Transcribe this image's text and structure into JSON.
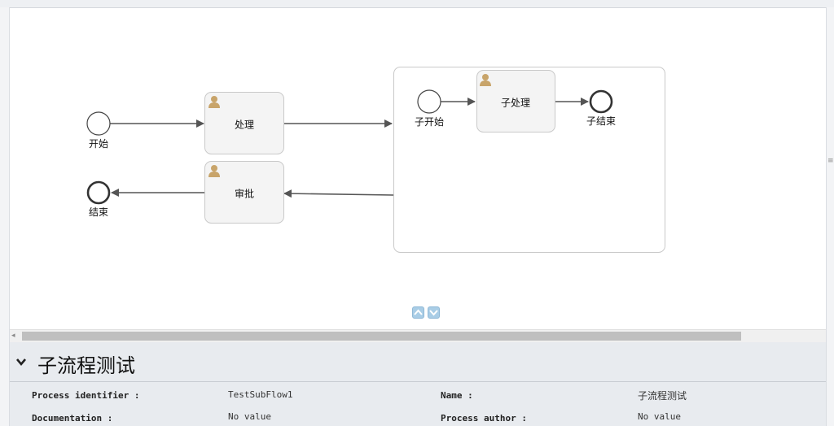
{
  "diagram": {
    "nodes": {
      "start": {
        "label": "开始"
      },
      "task_process": {
        "label": "处理"
      },
      "task_approve": {
        "label": "审批"
      },
      "end": {
        "label": "结束"
      },
      "sub_start": {
        "label": "子开始"
      },
      "sub_task": {
        "label": "子处理"
      },
      "sub_end": {
        "label": "子结束"
      }
    }
  },
  "properties": {
    "title": "子流程测试",
    "rows": [
      {
        "left_label": "Process identifier :",
        "left_value": "TestSubFlow1",
        "right_label": "Name :",
        "right_value": "子流程测试"
      },
      {
        "left_label": "Documentation :",
        "left_value": "No value",
        "right_label": "Process author :",
        "right_value": "No value"
      }
    ]
  },
  "icons": {
    "task": "user-icon",
    "zoom_up": "chevron-up-icon",
    "zoom_down": "chevron-down-icon",
    "collapse": "chevron-down-icon"
  },
  "colors": {
    "user_icon": "#c8a46a",
    "zoom_button": "#a9cde6",
    "panel_bg": "#e8ebef"
  }
}
